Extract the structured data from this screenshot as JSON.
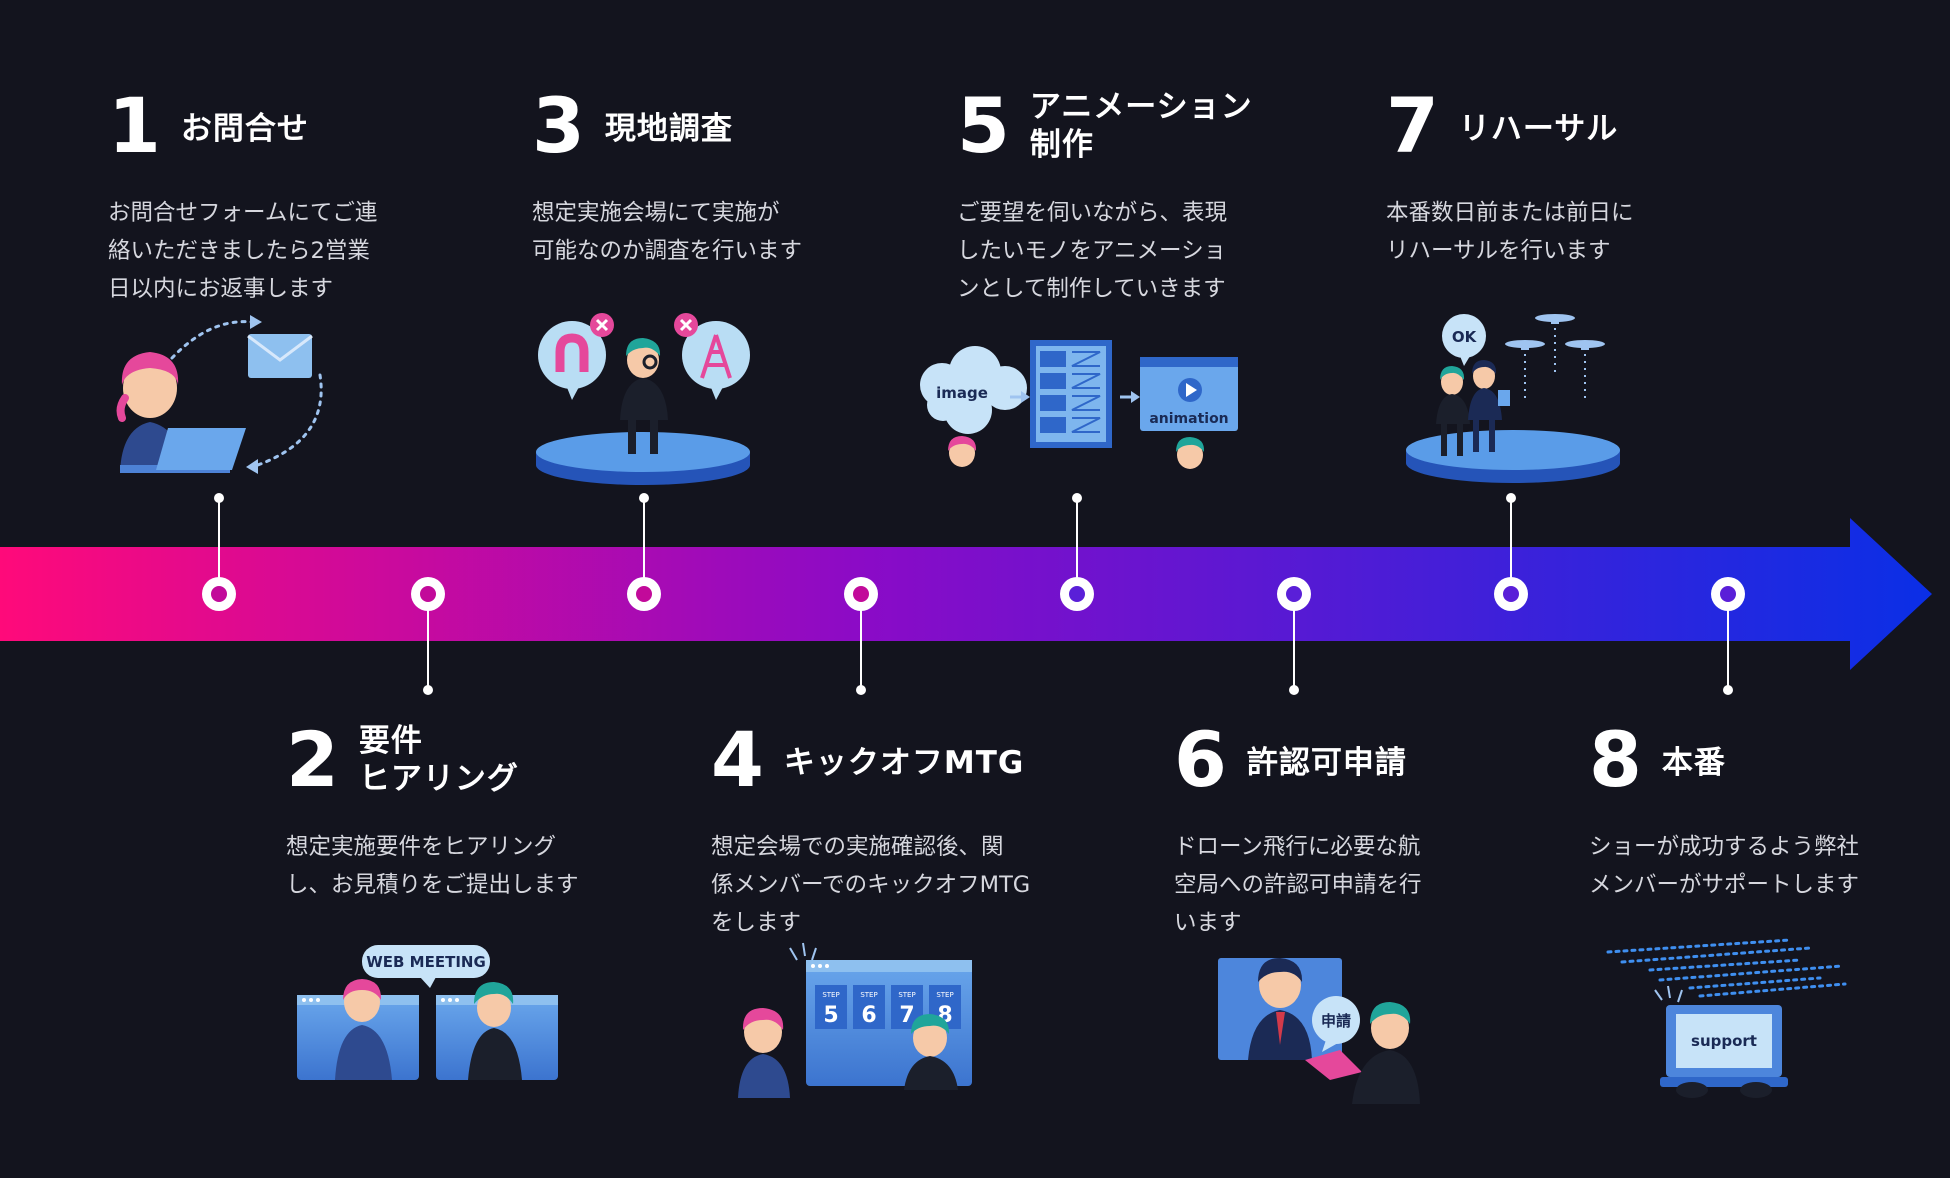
{
  "steps": [
    {
      "number": "1",
      "title": [
        "お問合せ"
      ],
      "desc": [
        "お問合せフォームにてご連",
        "絡いただきましたら2営業",
        "日以内にお返事します"
      ],
      "illustration": "contact-email-illustration"
    },
    {
      "number": "2",
      "title": [
        "要件",
        "ヒアリング"
      ],
      "desc": [
        "想定実施要件をヒアリング",
        "し、お見積りをご提出します"
      ],
      "illustration": "web-meeting-illustration",
      "badge": "WEB MEETING"
    },
    {
      "number": "3",
      "title": [
        "現地調査"
      ],
      "desc": [
        "想定実施会場にて実施が",
        "可能なのか調査を行います"
      ],
      "illustration": "site-survey-illustration"
    },
    {
      "number": "4",
      "title": [
        "キックオフMTG"
      ],
      "desc": [
        "想定会場での実施確認後、関",
        "係メンバーでのキックオフMTG",
        "をします"
      ],
      "illustration": "kickoff-board-illustration",
      "step_label": "STEP",
      "step_numbers": [
        "5",
        "6",
        "7",
        "8"
      ]
    },
    {
      "number": "5",
      "title": [
        "アニメーション",
        "制作"
      ],
      "desc": [
        "ご要望を伺いながら、表現",
        "したいモノをアニメーショ",
        "ンとして制作していきます"
      ],
      "illustration": "animation-production-illustration",
      "image_label": "image",
      "animation_label": "animation"
    },
    {
      "number": "6",
      "title": [
        "許認可申請"
      ],
      "desc": [
        "ドローン飛行に必要な航",
        "空局への許認可申請を行",
        "います"
      ],
      "illustration": "permit-application-illustration",
      "badge": "申請"
    },
    {
      "number": "7",
      "title": [
        "リハーサル"
      ],
      "desc": [
        "本番数日前または前日に",
        "リハーサルを行います"
      ],
      "illustration": "rehearsal-drones-illustration",
      "badge": "OK"
    },
    {
      "number": "8",
      "title": [
        "本番"
      ],
      "desc": [
        "ショーが成功するよう弊社",
        "メンバーがサポートします"
      ],
      "illustration": "support-laptop-illustration",
      "badge": "support"
    }
  ],
  "colors": {
    "background": "#13141e",
    "arrow_start": "#ff0a7a",
    "arrow_mid": "#8a0bc7",
    "arrow_end": "#0a2fe6",
    "illustration_blue": "#3c7fd9",
    "accent_pink": "#e5489b",
    "accent_teal": "#20a59a"
  }
}
